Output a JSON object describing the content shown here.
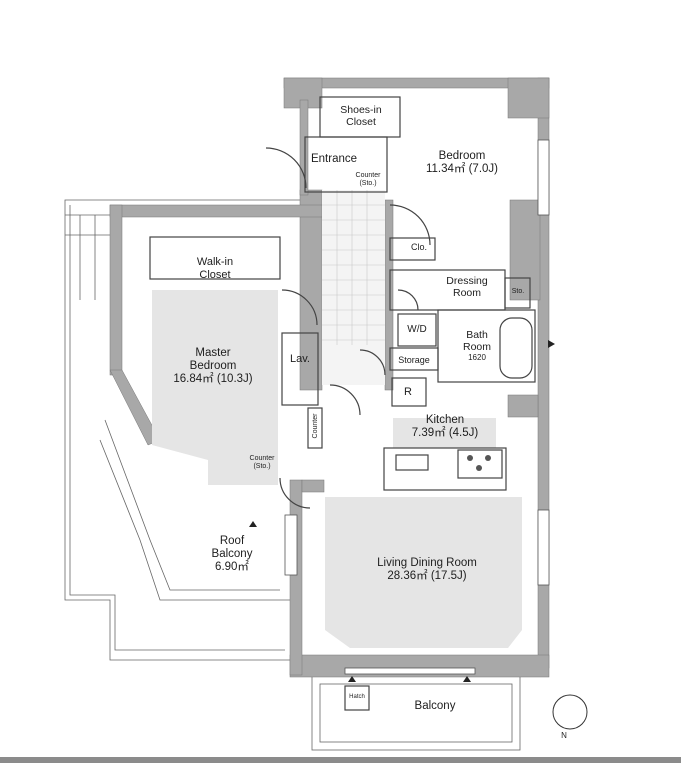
{
  "rooms": {
    "bedroom": {
      "name": "Bedroom",
      "area": "11.34㎡ (7.0J)"
    },
    "master_bedroom": {
      "line1": "Master",
      "line2": "Bedroom",
      "area": "16.84㎡ (10.3J)"
    },
    "kitchen": {
      "name": "Kitchen",
      "area": "7.39㎡ (4.5J)"
    },
    "living_dining": {
      "name": "Living Dining Room",
      "area": "28.36㎡ (17.5J)"
    },
    "roof_balcony": {
      "line1": "Roof",
      "line2": "Balcony",
      "area": "6.90㎡"
    },
    "balcony": {
      "name": "Balcony"
    },
    "entrance": {
      "name": "Entrance"
    },
    "shoes_in_closet": {
      "line1": "Shoes-in",
      "line2": "Closet"
    },
    "walk_in_closet": {
      "line1": "Walk-in",
      "line2": "Closet"
    },
    "dressing_room": {
      "line1": "Dressing",
      "line2": "Room"
    },
    "bath_room": {
      "line1": "Bath",
      "line2": "Room",
      "size": "1620"
    },
    "lav": {
      "name": "Lav."
    },
    "storage": {
      "name": "Storage"
    },
    "wd": {
      "name": "W/D"
    },
    "clo": {
      "name": "Clo."
    },
    "sto": {
      "name": "Sto."
    },
    "refrigerator": {
      "name": "R"
    },
    "hatch": {
      "name": "Hatch"
    },
    "counter_entrance": {
      "line1": "Counter",
      "line2": "(Sto.)"
    },
    "counter_master": {
      "line1": "Counter",
      "line2": "(Sto.)"
    },
    "counter_hall": {
      "name": "Counter"
    }
  },
  "compass": {
    "label": "N"
  },
  "colors": {
    "wall": "#a8a8a8",
    "room_fill": "#e5e5e5",
    "line": "#555555",
    "bottom_bar": "#8b8b8b"
  }
}
